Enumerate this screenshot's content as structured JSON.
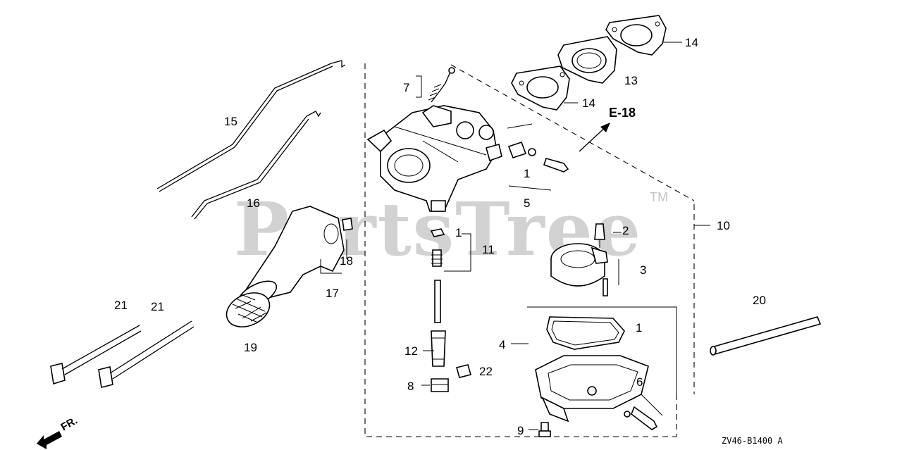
{
  "diagram": {
    "watermark": "PartsTree",
    "watermark_mark": "TM",
    "reference_code": "ZV46-B1400 A",
    "front_marker": "FR.",
    "cross_reference": "E-18",
    "callouts": {
      "c14a": "14",
      "c13": "13",
      "c14b": "14",
      "c7": "7",
      "c15": "15",
      "c16": "16",
      "c1a": "1",
      "c5": "5",
      "c10": "10",
      "c2": "2",
      "c3": "3",
      "c1b": "1",
      "c11": "11",
      "c18": "18",
      "c17": "17",
      "c20": "20",
      "c21a": "21",
      "c21b": "21",
      "c4": "4",
      "c1c": "1",
      "c19": "19",
      "c12": "12",
      "c22": "22",
      "c8": "8",
      "c6": "6",
      "c9": "9"
    }
  }
}
